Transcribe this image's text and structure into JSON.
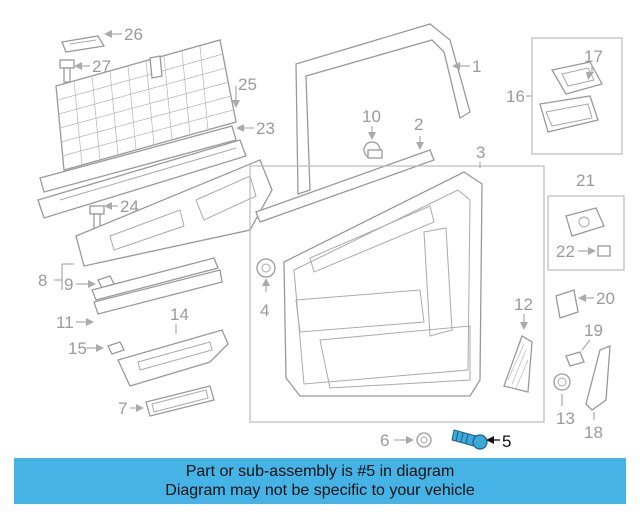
{
  "callouts": {
    "c1": "1",
    "c2": "2",
    "c3": "3",
    "c4": "4",
    "c5": "5",
    "c6": "6",
    "c7": "7",
    "c8": "8",
    "c9": "9",
    "c10": "10",
    "c11": "11",
    "c12": "12",
    "c13": "13",
    "c14": "14",
    "c15": "15",
    "c16": "16",
    "c17": "17",
    "c18": "18",
    "c19": "19",
    "c20": "20",
    "c21": "21",
    "c22": "22",
    "c23": "23",
    "c24": "24",
    "c25": "25",
    "c26": "26",
    "c27": "27"
  },
  "highlighted_part": "5",
  "colors": {
    "banner": "#45b3e6",
    "highlight_part": "#3aa9dc",
    "line_art": "#999999"
  },
  "banner": {
    "line1": "Part or sub-assembly is #5 in diagram",
    "line2": "Diagram may not be specific to your vehicle"
  }
}
